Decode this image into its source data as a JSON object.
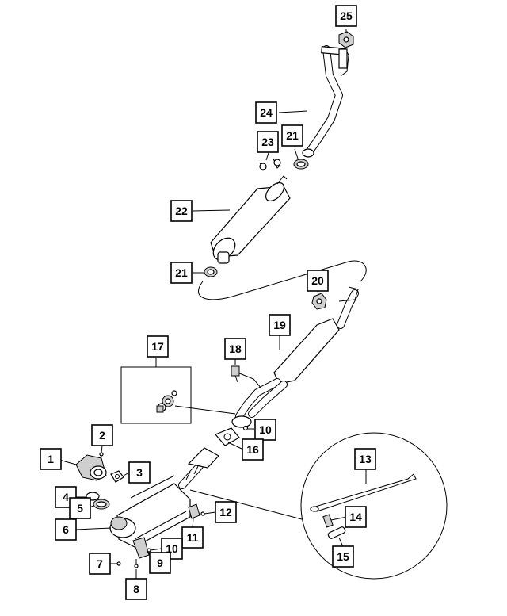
{
  "callouts": {
    "c1": "1",
    "c2": "2",
    "c3": "3",
    "c4": "4",
    "c5": "5",
    "c6": "6",
    "c7": "7",
    "c8": "8",
    "c9": "9",
    "c10a": "10",
    "c10b": "10",
    "c11": "11",
    "c12": "12",
    "c13": "13",
    "c14": "14",
    "c15": "15",
    "c16": "16",
    "c17": "17",
    "c18": "18",
    "c19": "19",
    "c20": "20",
    "c21a": "21",
    "c21b": "21",
    "c22": "22",
    "c23": "23",
    "c24": "24",
    "c25": "25"
  }
}
